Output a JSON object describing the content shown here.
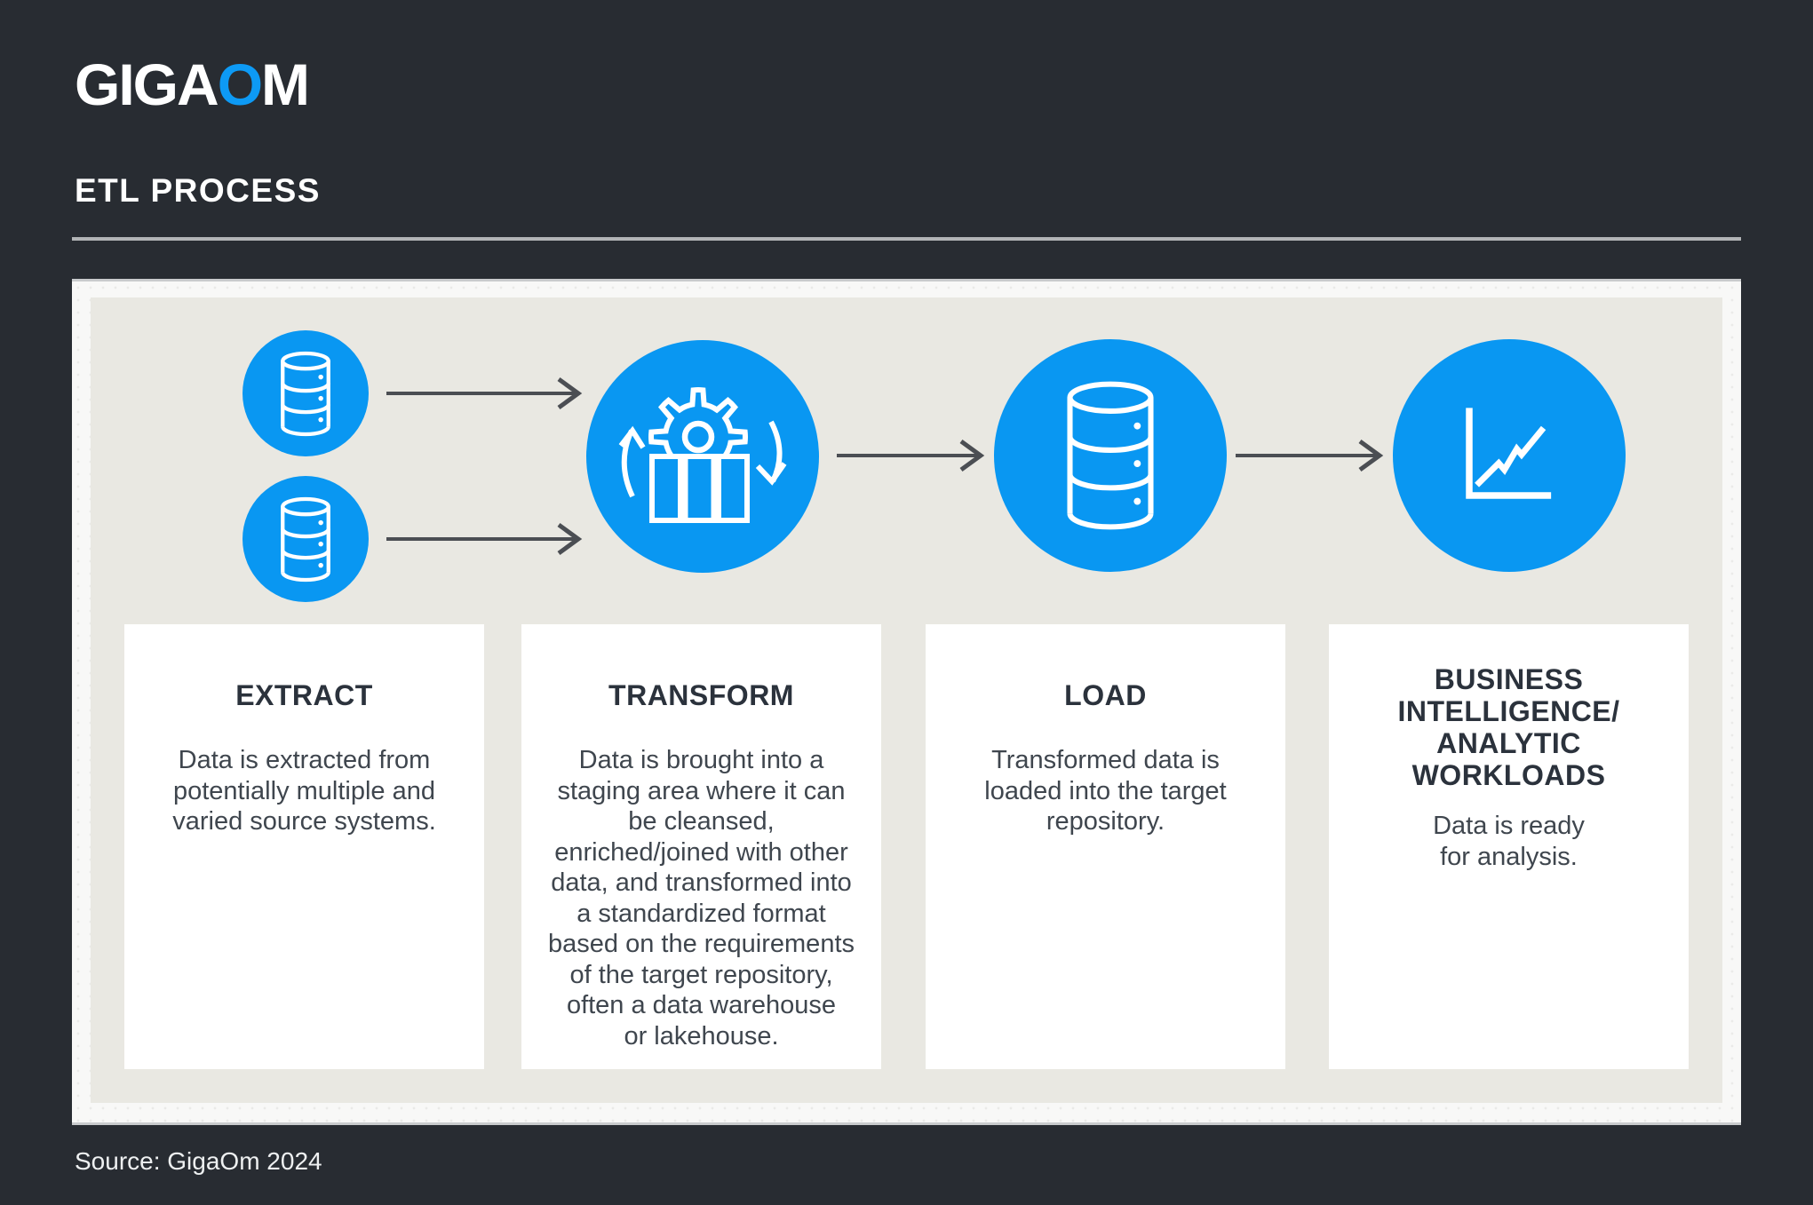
{
  "logo": {
    "giga": "GIGA",
    "o": "O",
    "m": "M"
  },
  "header": {
    "title": "ETL PROCESS"
  },
  "colors": {
    "accent_blue": "#0997f2",
    "background_dark": "#282c32",
    "panel_light": "#e9e8e2",
    "arrow_gray": "#4b4e53"
  },
  "steps": [
    {
      "id": "extract",
      "title": "EXTRACT",
      "description": "Data is extracted from\npotentially multiple and\nvaried source systems.",
      "icon": "database-icon"
    },
    {
      "id": "transform",
      "title": "TRANSFORM",
      "description": "Data is brought into a\nstaging area where it can\nbe cleansed,\nenriched/joined with other\ndata, and transformed into\na standardized format\nbased on the requirements\nof the target repository,\noften a data warehouse\nor lakehouse.",
      "icon": "process-cycle-gear-icon"
    },
    {
      "id": "load",
      "title": "LOAD",
      "description": "Transformed data is\nloaded into the target\nrepository.",
      "icon": "database-stack-icon"
    },
    {
      "id": "bi",
      "title": "BUSINESS\nINTELLIGENCE/\nANALYTIC\nWORKLOADS",
      "description": "Data is ready\nfor analysis.",
      "icon": "line-chart-icon"
    }
  ],
  "footer": {
    "source": "Source: GigaOm 2024"
  }
}
